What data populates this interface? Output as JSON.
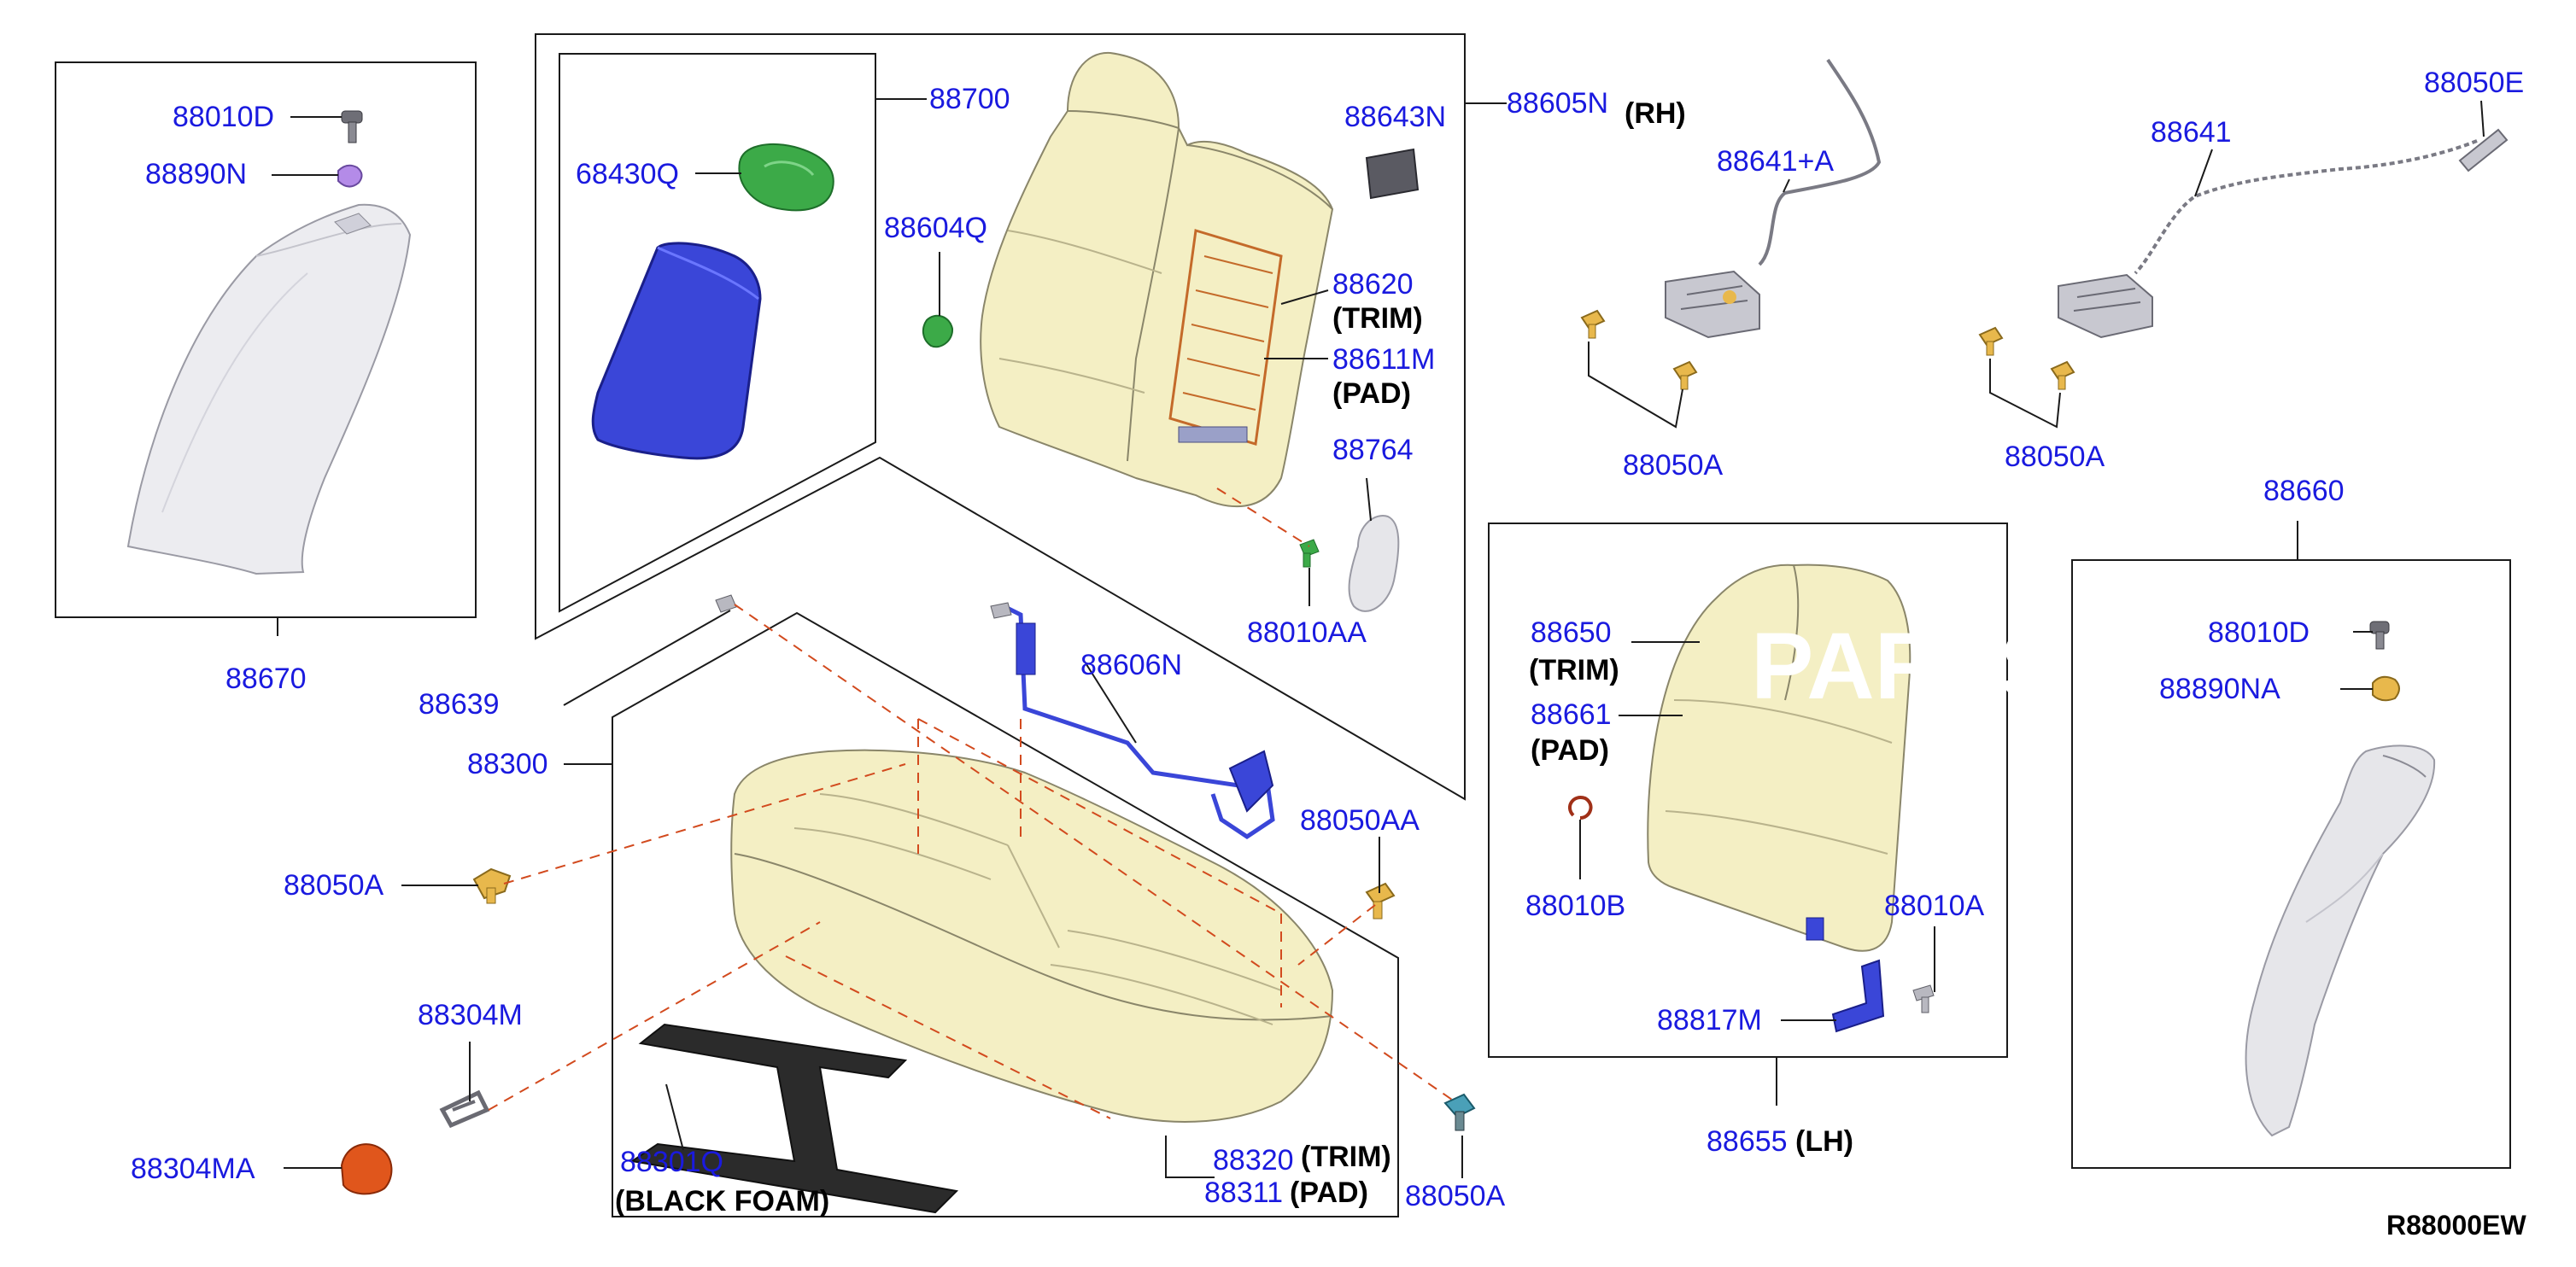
{
  "colors": {
    "part_number": "#1a1adf",
    "note": "#000000",
    "dashed_leader": "#d24a1e",
    "foam": "#f4efc4",
    "armrest": "#3a46d8",
    "green_part": "#3caa48",
    "black_foam": "#2b2b2b",
    "orange_part": "#e0561c",
    "lilac_part": "#b48be8",
    "gray_trim": "#e6e6ea",
    "yellow_clip": "#e8b84c",
    "watermark": "#ffffff"
  },
  "watermark": "PARTS",
  "callouts": {
    "p88010D_left": "88010D",
    "p88890N": "88890N",
    "p88670": "88670",
    "p68430Q": "68430Q",
    "p88700": "88700",
    "p88604Q": "88604Q",
    "p88643N": "88643N",
    "p88605N": "88605N",
    "p88620": "88620",
    "p88611M": "88611M",
    "p88764": "88764",
    "p88010AA": "88010AA",
    "p88606N": "88606N",
    "p88639": "88639",
    "p88300": "88300",
    "p88050A_left": "88050A",
    "p88050AA": "88050AA",
    "p88304M": "88304M",
    "p88304MA": "88304MA",
    "p88301Q": "88301Q",
    "p88320": "88320",
    "p88311": "88311",
    "p88050A_bottom": "88050A",
    "p88641A": "88641+A",
    "p88050A_mid": "88050A",
    "p88641": "88641",
    "p88050E": "88050E",
    "p88050A_right": "88050A",
    "p88660": "88660",
    "p88650": "88650",
    "p88661": "88661",
    "p88010B": "88010B",
    "p88010A": "88010A",
    "p88817M": "88817M",
    "p88655": "88655",
    "p88010D_right": "88010D",
    "p88890NA": "88890NA"
  },
  "notes": {
    "rh": "(RH)",
    "lh": "(LH)",
    "trim": "(TRIM)",
    "pad": "(PAD)",
    "black_foam": "(BLACK FOAM)"
  },
  "diagram_code": "R88000EW"
}
